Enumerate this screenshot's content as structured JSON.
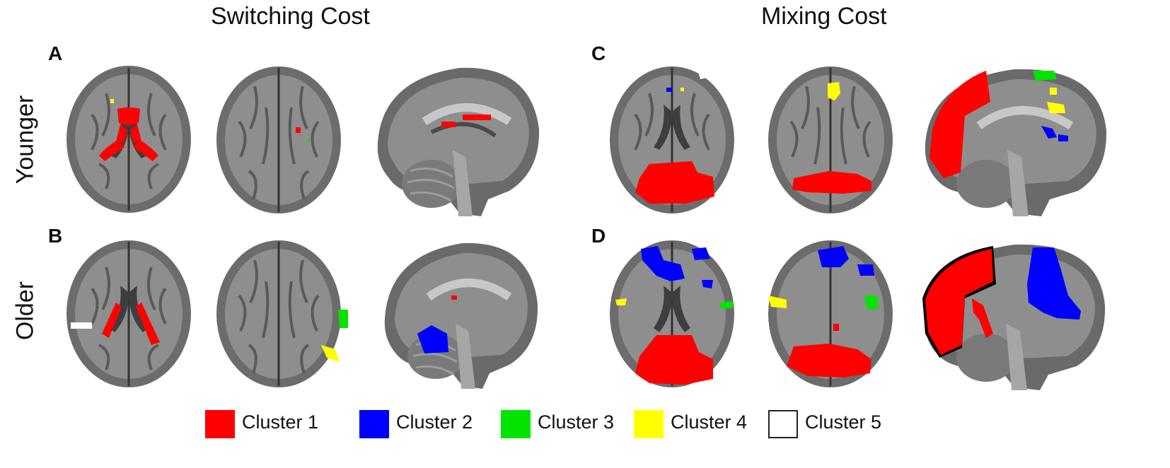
{
  "columns": {
    "left": "Switching Cost",
    "right": "Mixing Cost"
  },
  "rows": {
    "top": "Younger",
    "bottom": "Older"
  },
  "panels": [
    "A",
    "B",
    "C",
    "D"
  ],
  "legend": [
    {
      "label": "Cluster 1",
      "color": "#ff0000"
    },
    {
      "label": "Cluster 2",
      "color": "#0000ff"
    },
    {
      "label": "Cluster 3",
      "color": "#00e400"
    },
    {
      "label": "Cluster 4",
      "color": "#ffff00"
    },
    {
      "label": "Cluster 5",
      "color": "#ffffff"
    }
  ]
}
